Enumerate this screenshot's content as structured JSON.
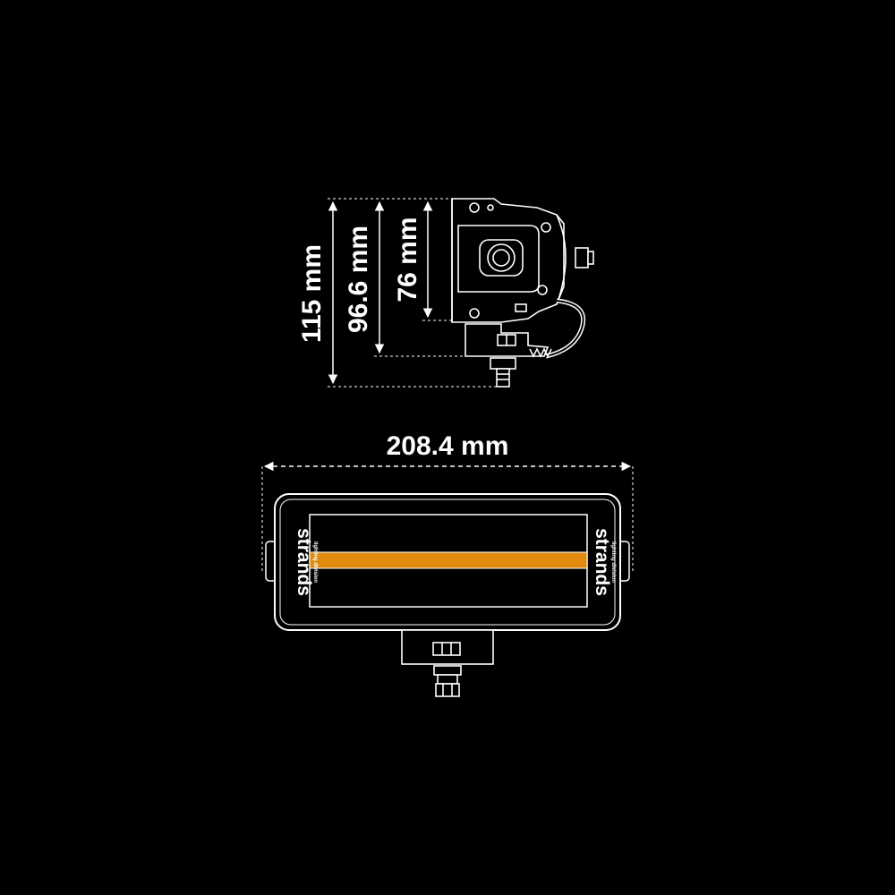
{
  "dimensions": {
    "height_overall": "115 mm",
    "height_mid": "96.6 mm",
    "height_body": "76 mm",
    "width": "208.4 mm"
  },
  "brand": {
    "name": "strands",
    "tagline": "lighting division"
  },
  "colors": {
    "background": "#000000",
    "lines": "#ffffff",
    "light_strip": "#e08a0e"
  }
}
